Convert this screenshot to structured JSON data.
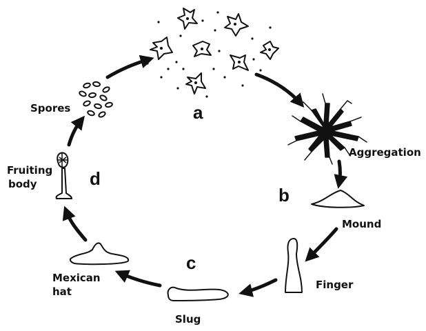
{
  "labels": {
    "stage_a": "a",
    "stage_b": "b",
    "stage_c": "c",
    "stage_d": "d",
    "aggregation": "Aggregation",
    "mound": "Mound",
    "finger": "Finger",
    "slug": "Slug",
    "mexican_hat_line1": "Mexican",
    "mexican_hat_line2": "hat",
    "fruiting_body_line1": "Fruiting",
    "fruiting_body_line2": "body",
    "spores": "Spores"
  }
}
